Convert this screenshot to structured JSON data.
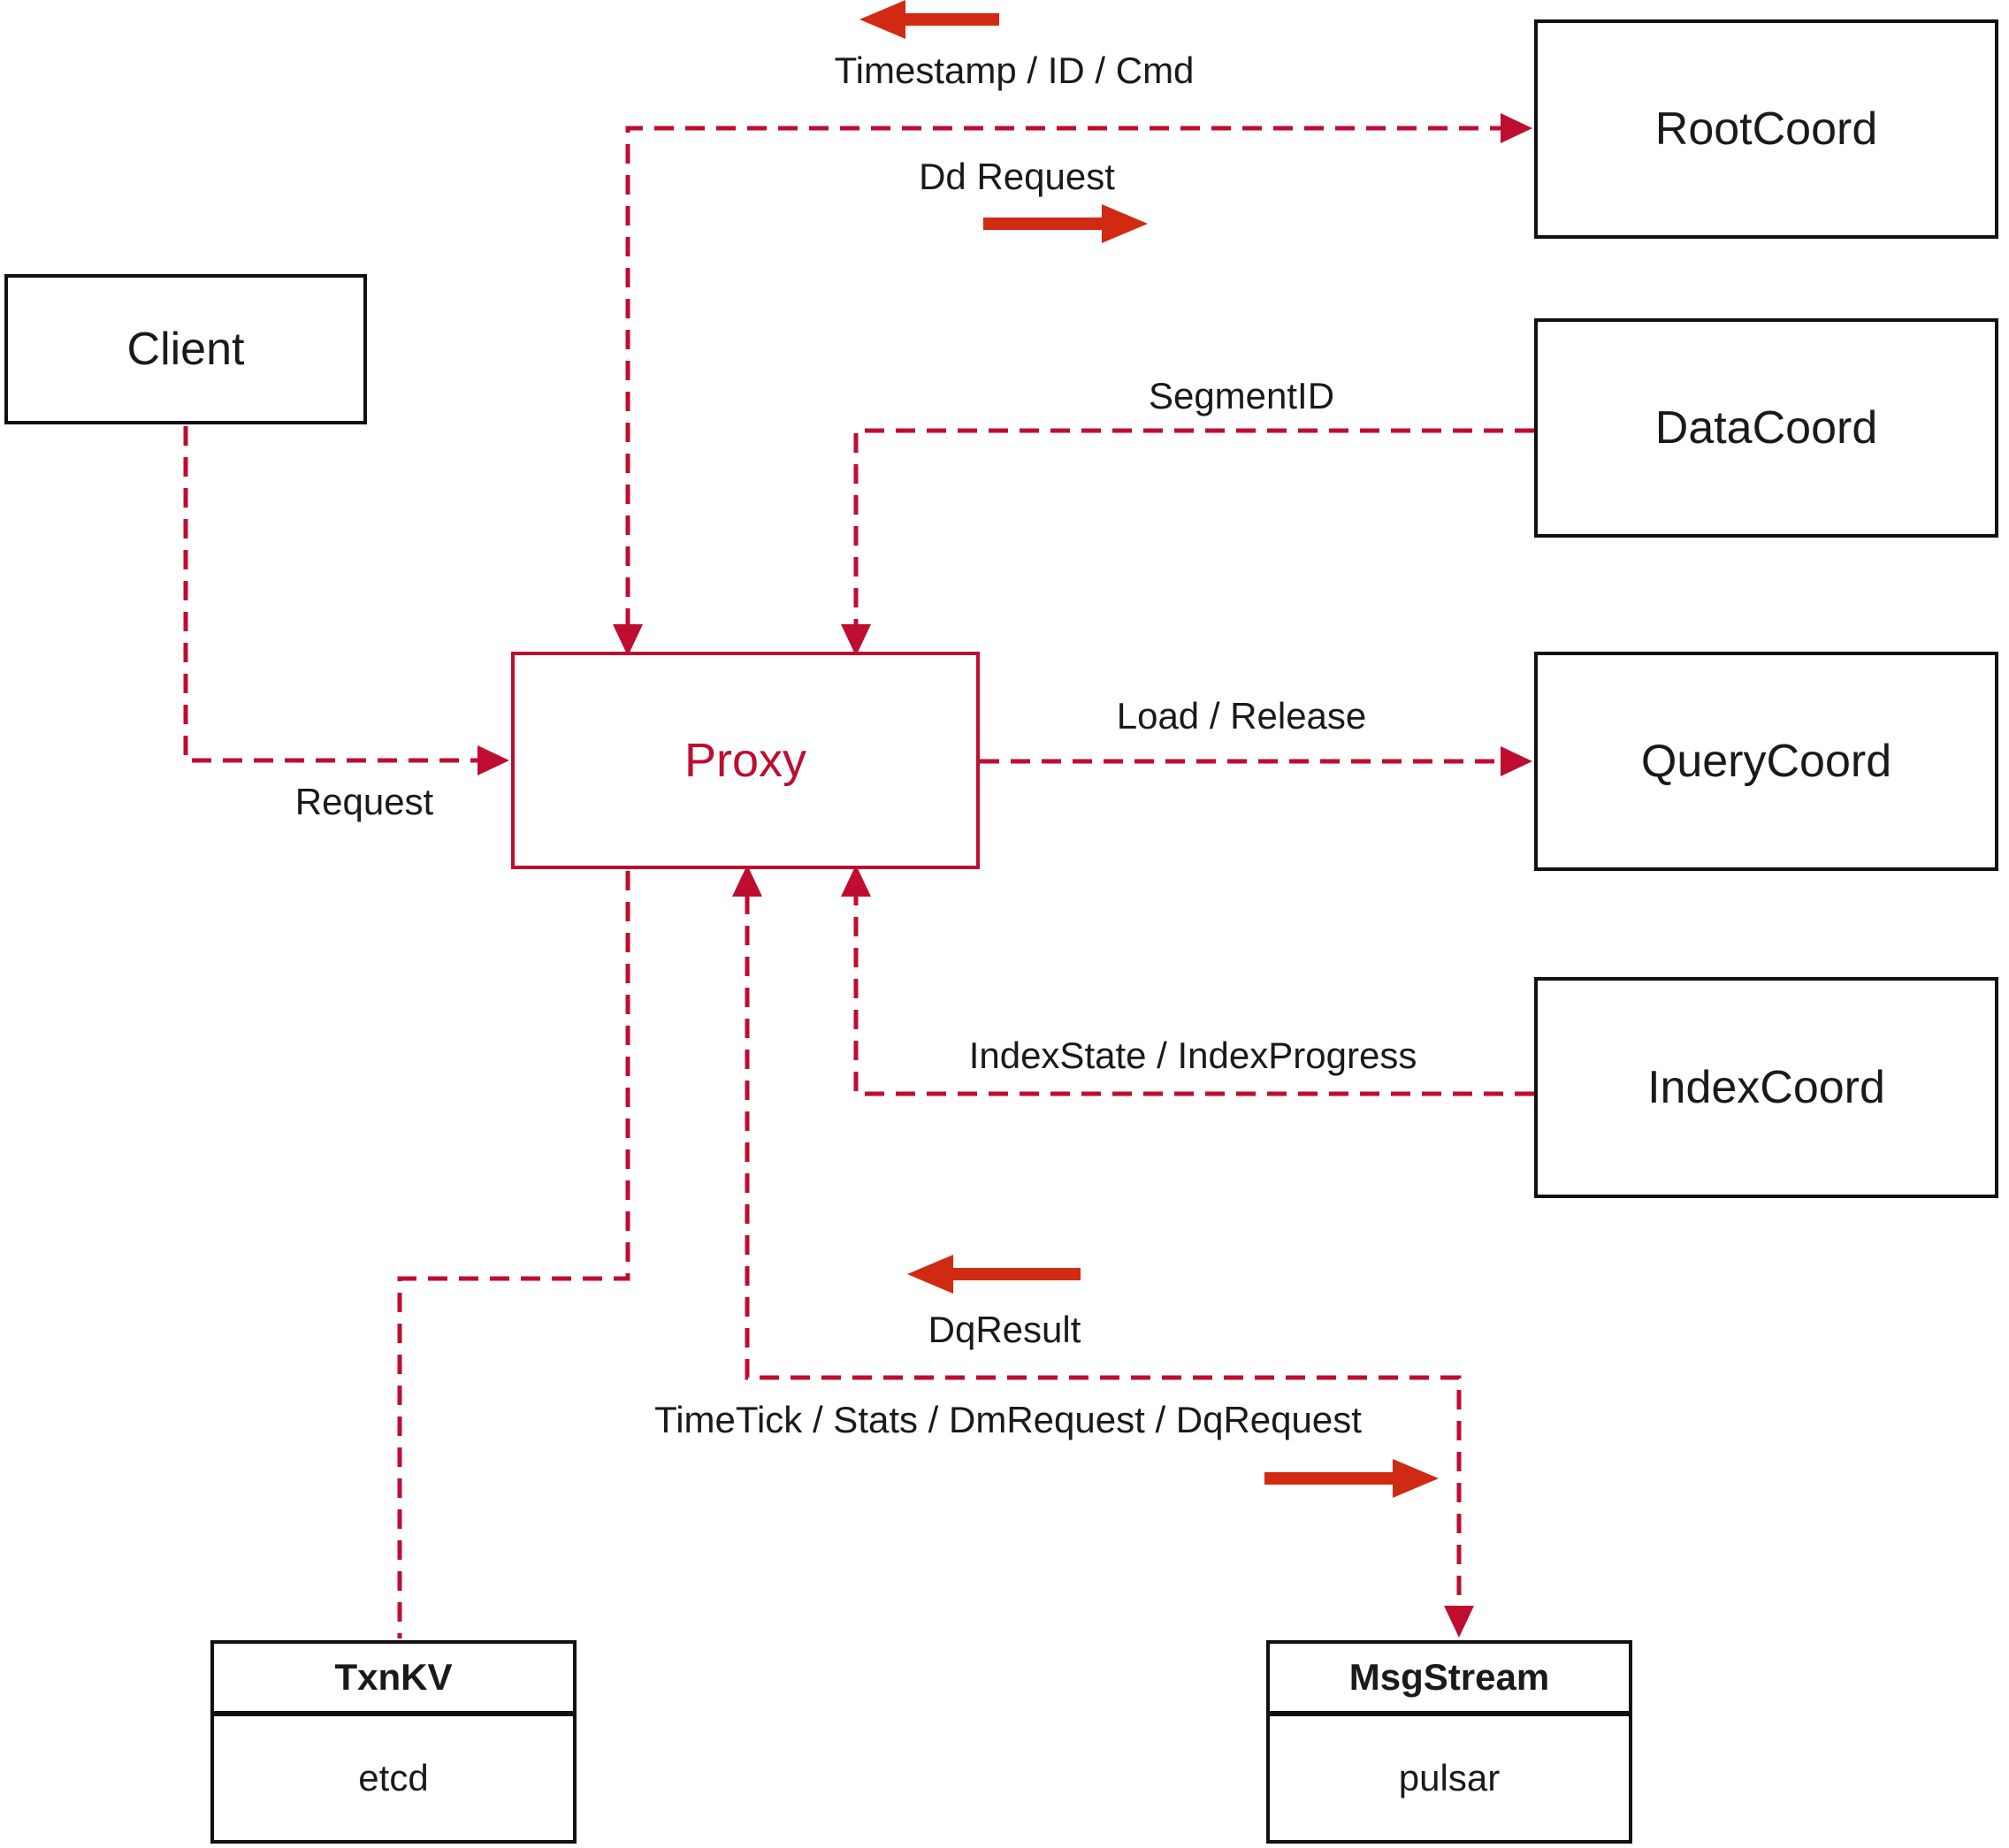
{
  "diagram": {
    "colors": {
      "connector": "#be0d30",
      "solid_arrow": "#d02a12",
      "box_border": "#111111",
      "text": "#1a1a1a",
      "background": "#ffffff"
    },
    "nodes": {
      "client": {
        "label": "Client"
      },
      "proxy": {
        "label": "Proxy"
      },
      "root_coord": {
        "label": "RootCoord"
      },
      "data_coord": {
        "label": "DataCoord"
      },
      "query_coord": {
        "label": "QueryCoord"
      },
      "index_coord": {
        "label": "IndexCoord"
      },
      "txn_kv": {
        "label": "TxnKV",
        "implementation": "etcd"
      },
      "msg_stream": {
        "label": "MsgStream",
        "implementation": "pulsar"
      }
    },
    "edge_labels": {
      "timestamp_id_cmd": "Timestamp / ID / Cmd",
      "dd_request": "Dd Request",
      "segment_id": "SegmentID",
      "request": "Request",
      "load_release": "Load / Release",
      "index_state_progress": "IndexState / IndexProgress",
      "dq_result": "DqResult",
      "timetick_stats": "TimeTick / Stats / DmRequest / DqRequest"
    }
  }
}
